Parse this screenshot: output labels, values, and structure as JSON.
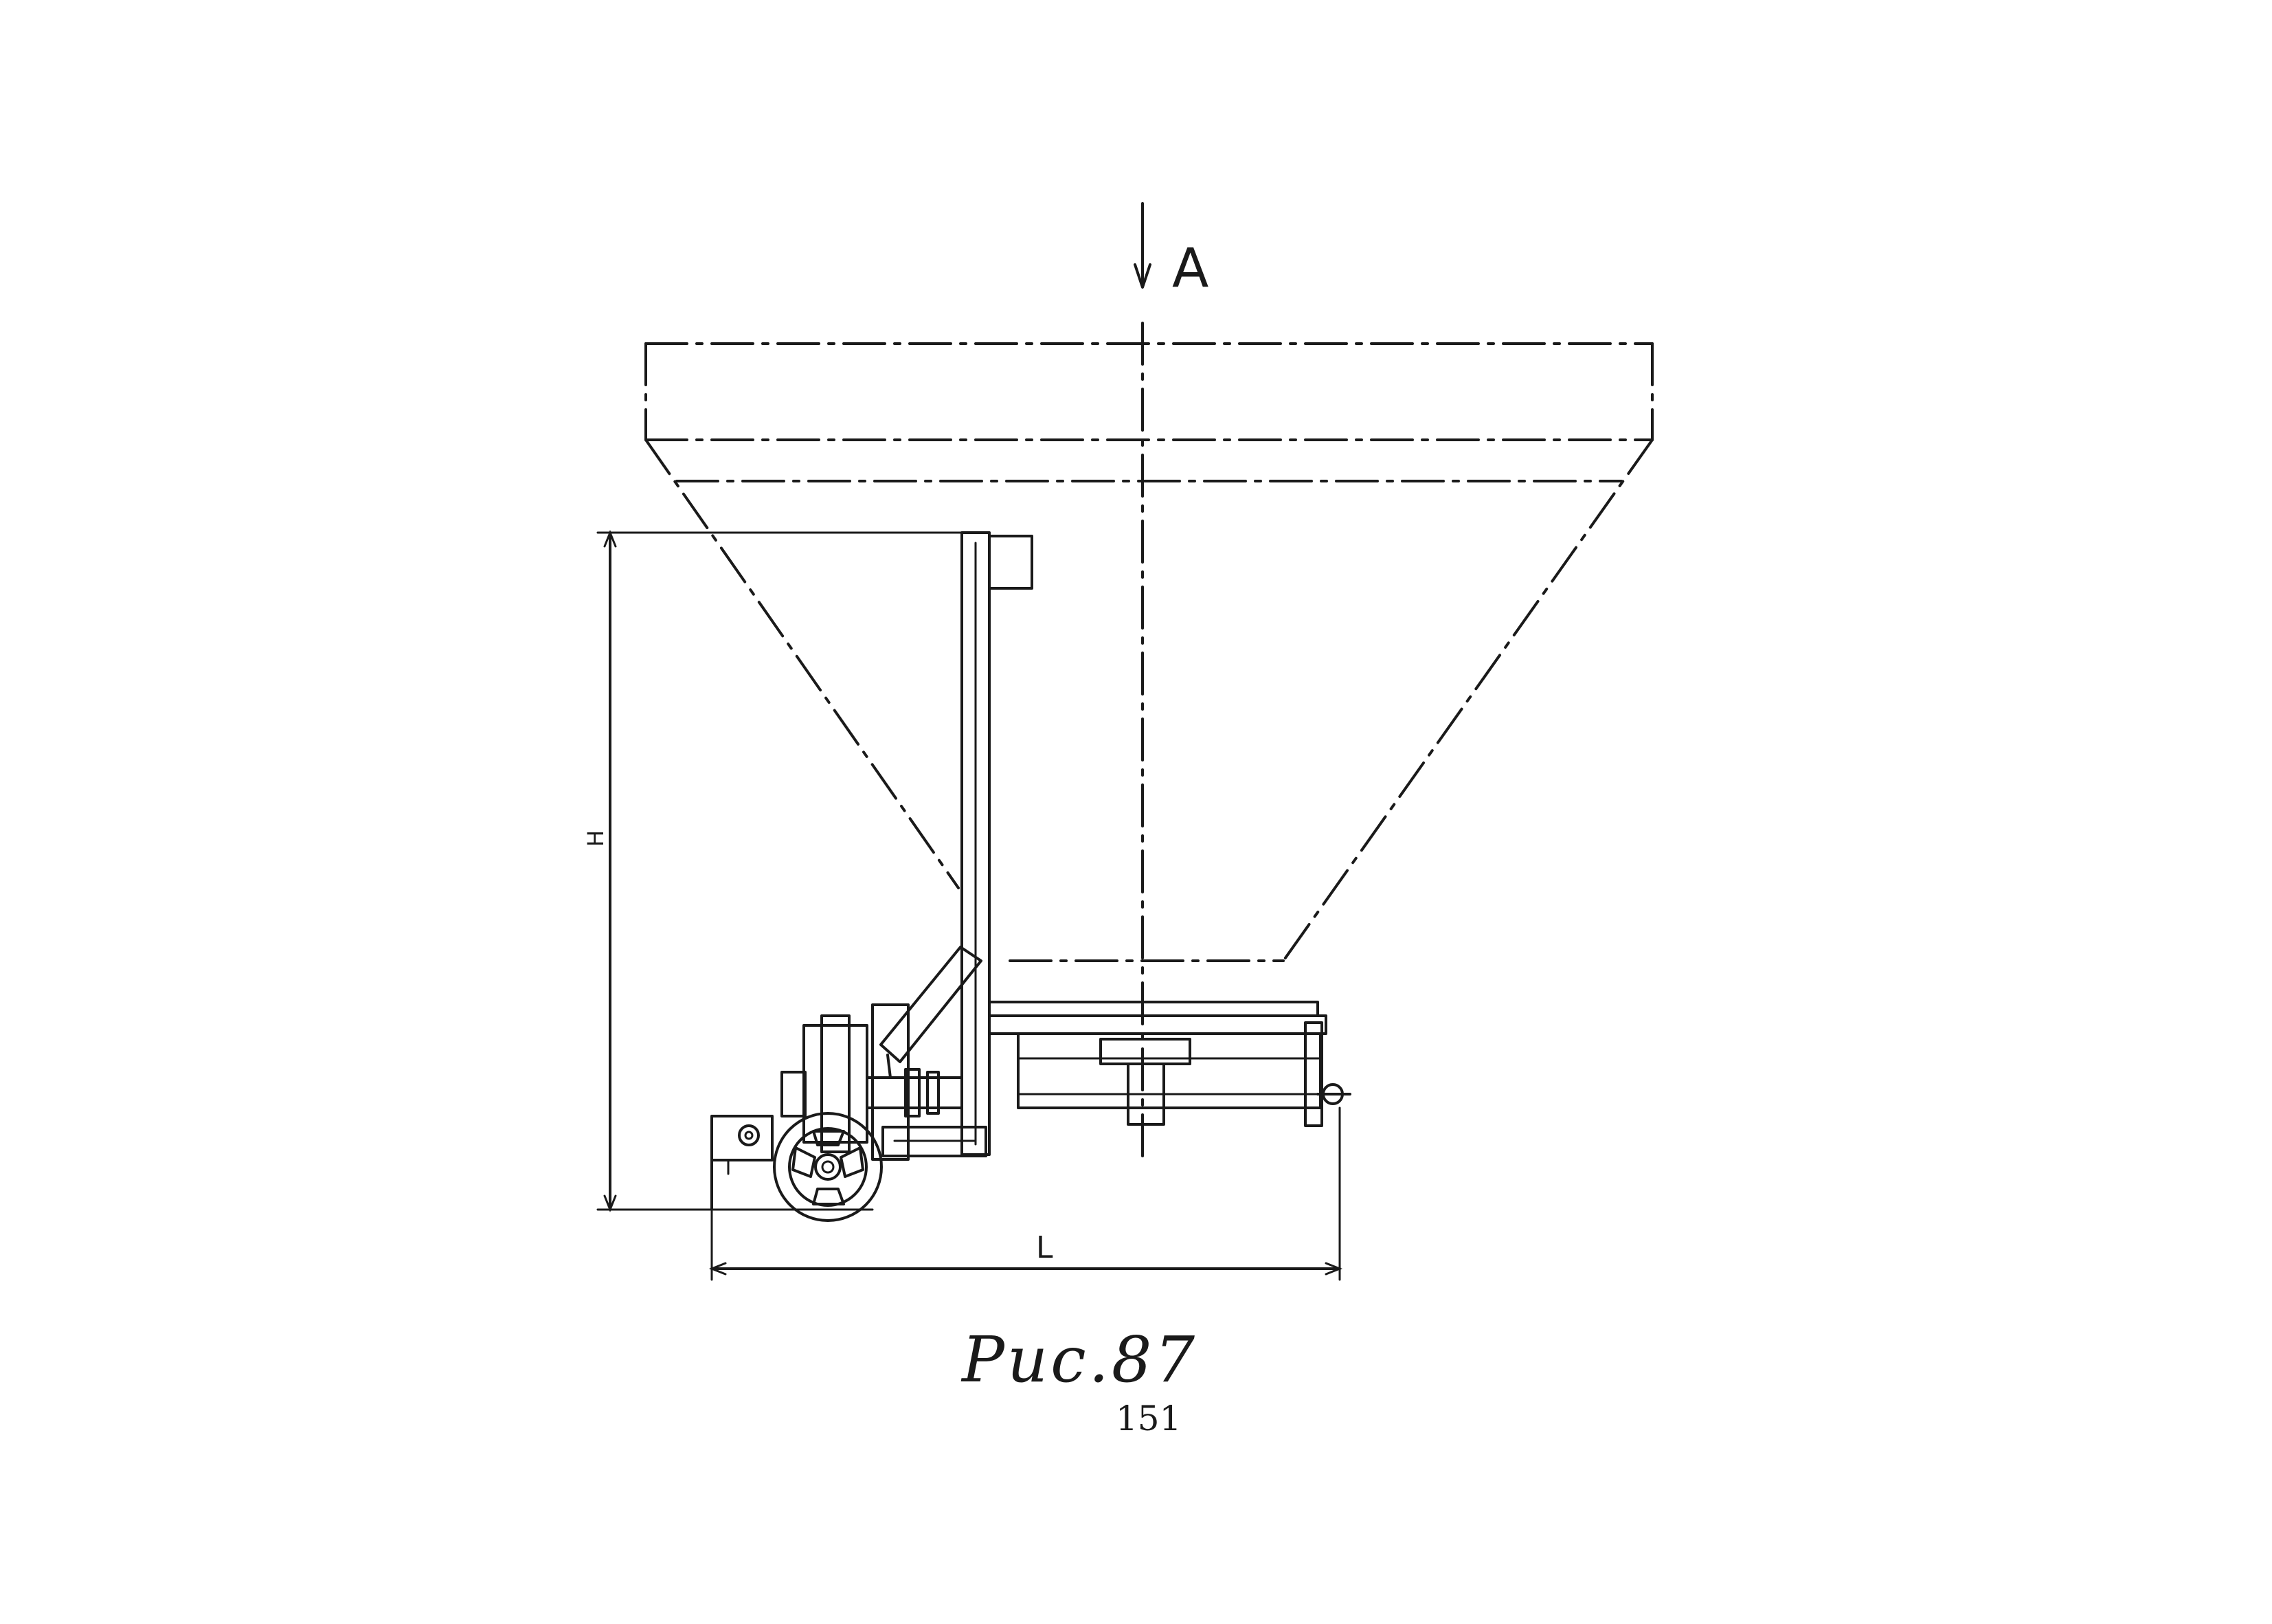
{
  "labels": {
    "view_marker": "A",
    "height_dim": "H",
    "length_dim": "L"
  },
  "caption": "Рис.87",
  "page_number": "151"
}
